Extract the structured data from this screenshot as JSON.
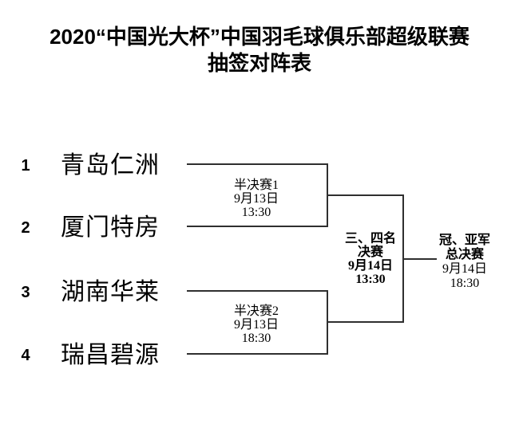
{
  "page": {
    "background_color": "#ffffff",
    "text_color": "#000000",
    "line_color": "#2f2f2f"
  },
  "title": {
    "line1": "2020“中国光大杯”中国羽毛球俱乐部超级联赛",
    "line2": "抽签对阵表"
  },
  "teams": [
    {
      "seed": "1",
      "name": "青岛仁洲"
    },
    {
      "seed": "2",
      "name": "厦门特房"
    },
    {
      "seed": "3",
      "name": "湖南华莱"
    },
    {
      "seed": "4",
      "name": "瑞昌碧源"
    }
  ],
  "matches": {
    "semifinal1": {
      "name": "半决赛1",
      "date": "9月13日",
      "time": "13:30"
    },
    "semifinal2": {
      "name": "半决赛2",
      "date": "9月13日",
      "time": "18:30"
    },
    "third_place_final": {
      "name_line1": "三、四名",
      "name_line2": "决赛",
      "date": "9月14日",
      "time": "13:30"
    },
    "grand_final": {
      "name_line1": "冠、亚军",
      "name_line2": "总决赛",
      "date": "9月14日",
      "time": "18:30"
    }
  }
}
